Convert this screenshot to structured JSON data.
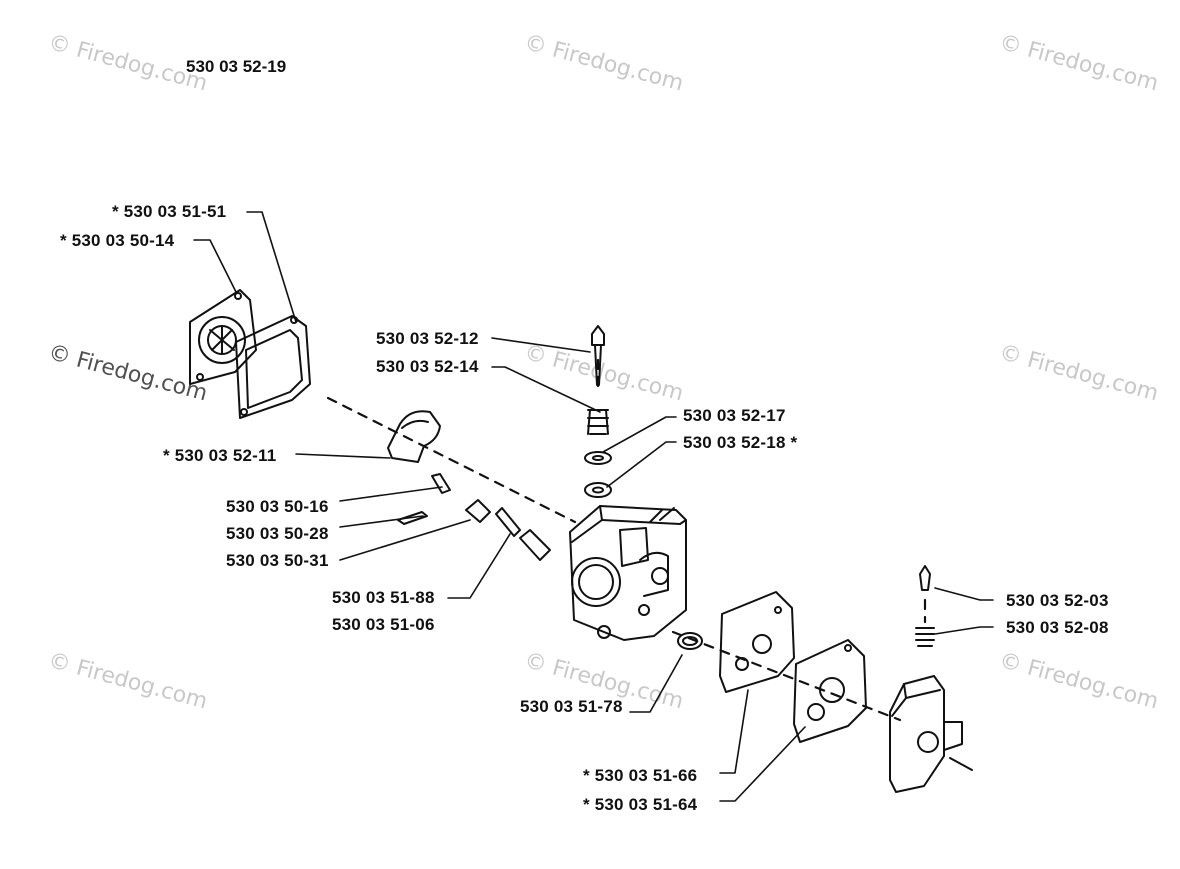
{
  "diagram": {
    "assembly_number": "530 03 52-19",
    "watermark": "© Firedog.com",
    "labels": [
      {
        "id": "l1",
        "text": "* 530 03 51-51"
      },
      {
        "id": "l2",
        "text": "* 530 03 50-14"
      },
      {
        "id": "l3",
        "text": "530 03 52-12"
      },
      {
        "id": "l4",
        "text": "530 03 52-14"
      },
      {
        "id": "l5",
        "text": "530 03 52-17"
      },
      {
        "id": "l6",
        "text": "530 03 52-18 *"
      },
      {
        "id": "l7",
        "text": "* 530 03 52-11"
      },
      {
        "id": "l8",
        "text": "530 03 50-16"
      },
      {
        "id": "l9",
        "text": "530 03 50-28"
      },
      {
        "id": "l10",
        "text": "530 03 50-31"
      },
      {
        "id": "l11",
        "text": "530 03 51-88"
      },
      {
        "id": "l12",
        "text": "530 03 51-06"
      },
      {
        "id": "l13",
        "text": "530 03 51-78"
      },
      {
        "id": "l14",
        "text": "* 530 03 51-66"
      },
      {
        "id": "l15",
        "text": "* 530 03 51-64"
      },
      {
        "id": "l16",
        "text": "530 03 52-03"
      },
      {
        "id": "l17",
        "text": "530 03 52-08"
      }
    ]
  }
}
